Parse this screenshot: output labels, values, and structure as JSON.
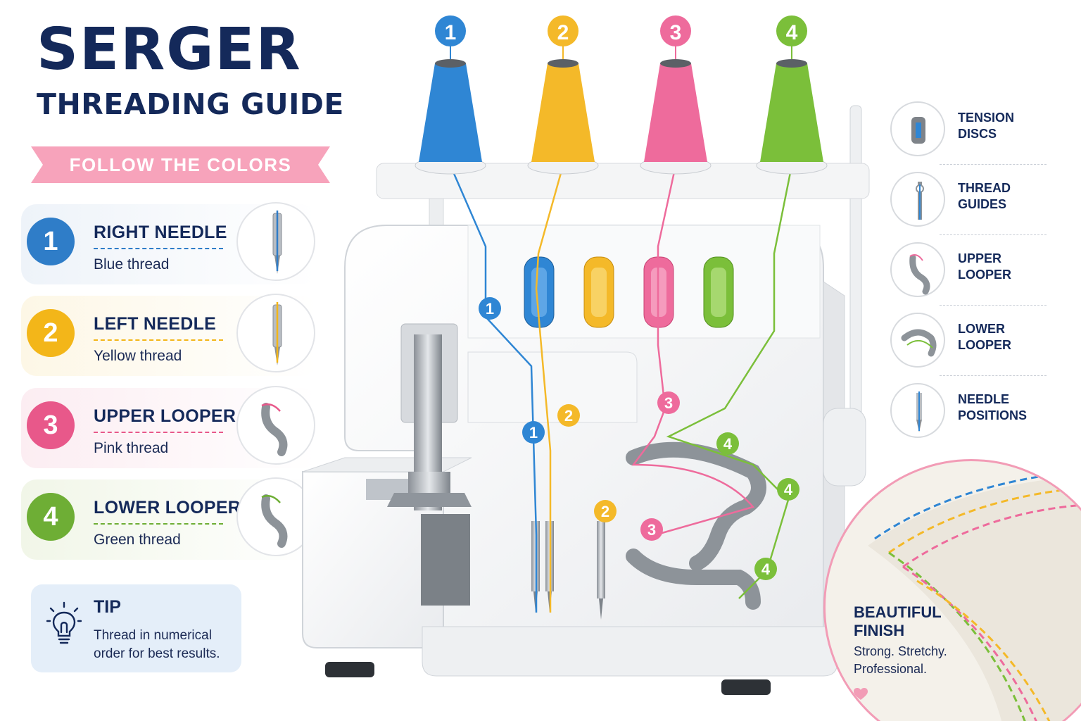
{
  "header": {
    "title": "SERGER",
    "subtitle": "THREADING GUIDE",
    "ribbon": "FOLLOW THE COLORS"
  },
  "steps": [
    {
      "number": "1",
      "title": "RIGHT NEEDLE",
      "desc": "Blue thread",
      "color": "#2f7dc8",
      "bg": "#eef3f9"
    },
    {
      "number": "2",
      "title": "LEFT NEEDLE",
      "desc": "Yellow thread",
      "color": "#f3b619",
      "bg": "#fdf7e6"
    },
    {
      "number": "3",
      "title": "UPPER LOOPER",
      "desc": "Pink thread",
      "color": "#e8588a",
      "bg": "#fcedf2"
    },
    {
      "number": "4",
      "title": "LOWER LOOPER",
      "desc": "Green thread",
      "color": "#6eae35",
      "bg": "#f1f6e8"
    }
  ],
  "tip": {
    "icon": "lightbulb-icon",
    "title": "TIP",
    "text": "Thread in numerical order for best results."
  },
  "spools": [
    {
      "number": "1",
      "color": "#2f86d4"
    },
    {
      "number": "2",
      "color": "#f4b929"
    },
    {
      "number": "3",
      "color": "#ee6b9c"
    },
    {
      "number": "4",
      "color": "#7bbf3a"
    }
  ],
  "parts": [
    {
      "label": "TENSION DISCS",
      "icon": "tension-disc-icon"
    },
    {
      "label": "THREAD GUIDES",
      "icon": "thread-guide-icon"
    },
    {
      "label": "UPPER LOOPER",
      "icon": "upper-looper-icon"
    },
    {
      "label": "LOWER LOOPER",
      "icon": "lower-looper-icon"
    },
    {
      "label": "NEEDLE POSITIONS",
      "icon": "needle-icon"
    }
  ],
  "finish": {
    "title": "BEAUTIFUL FINISH",
    "text": "Strong. Stretchy. Professional.",
    "icon": "heart-icon"
  }
}
